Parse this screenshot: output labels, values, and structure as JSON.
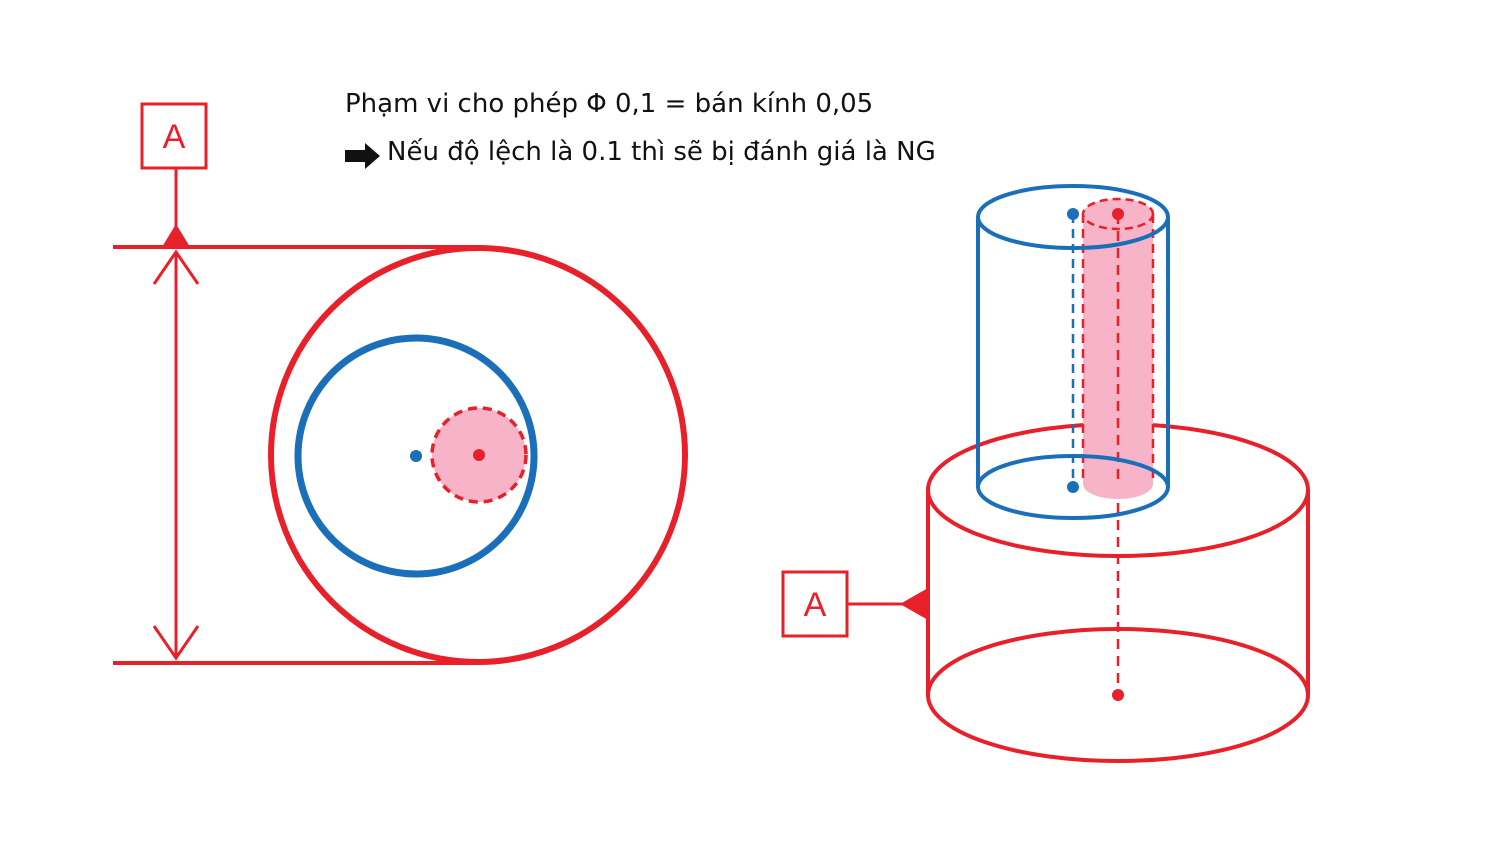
{
  "caption": {
    "line1": "Phạm vi cho phép Φ 0,1 = bán kính 0,05",
    "line2": "Nếu độ lệch là 0.1 thì sẽ bị đánh giá là NG",
    "line2_icon": "right-arrow-icon"
  },
  "datum_left": {
    "label": "A"
  },
  "datum_right": {
    "label": "A"
  },
  "colors": {
    "datum_red": "#e8202a",
    "shaft_blue": "#1a6fb8",
    "tolerance_fill": "#f7b3c8",
    "text": "#111111"
  }
}
